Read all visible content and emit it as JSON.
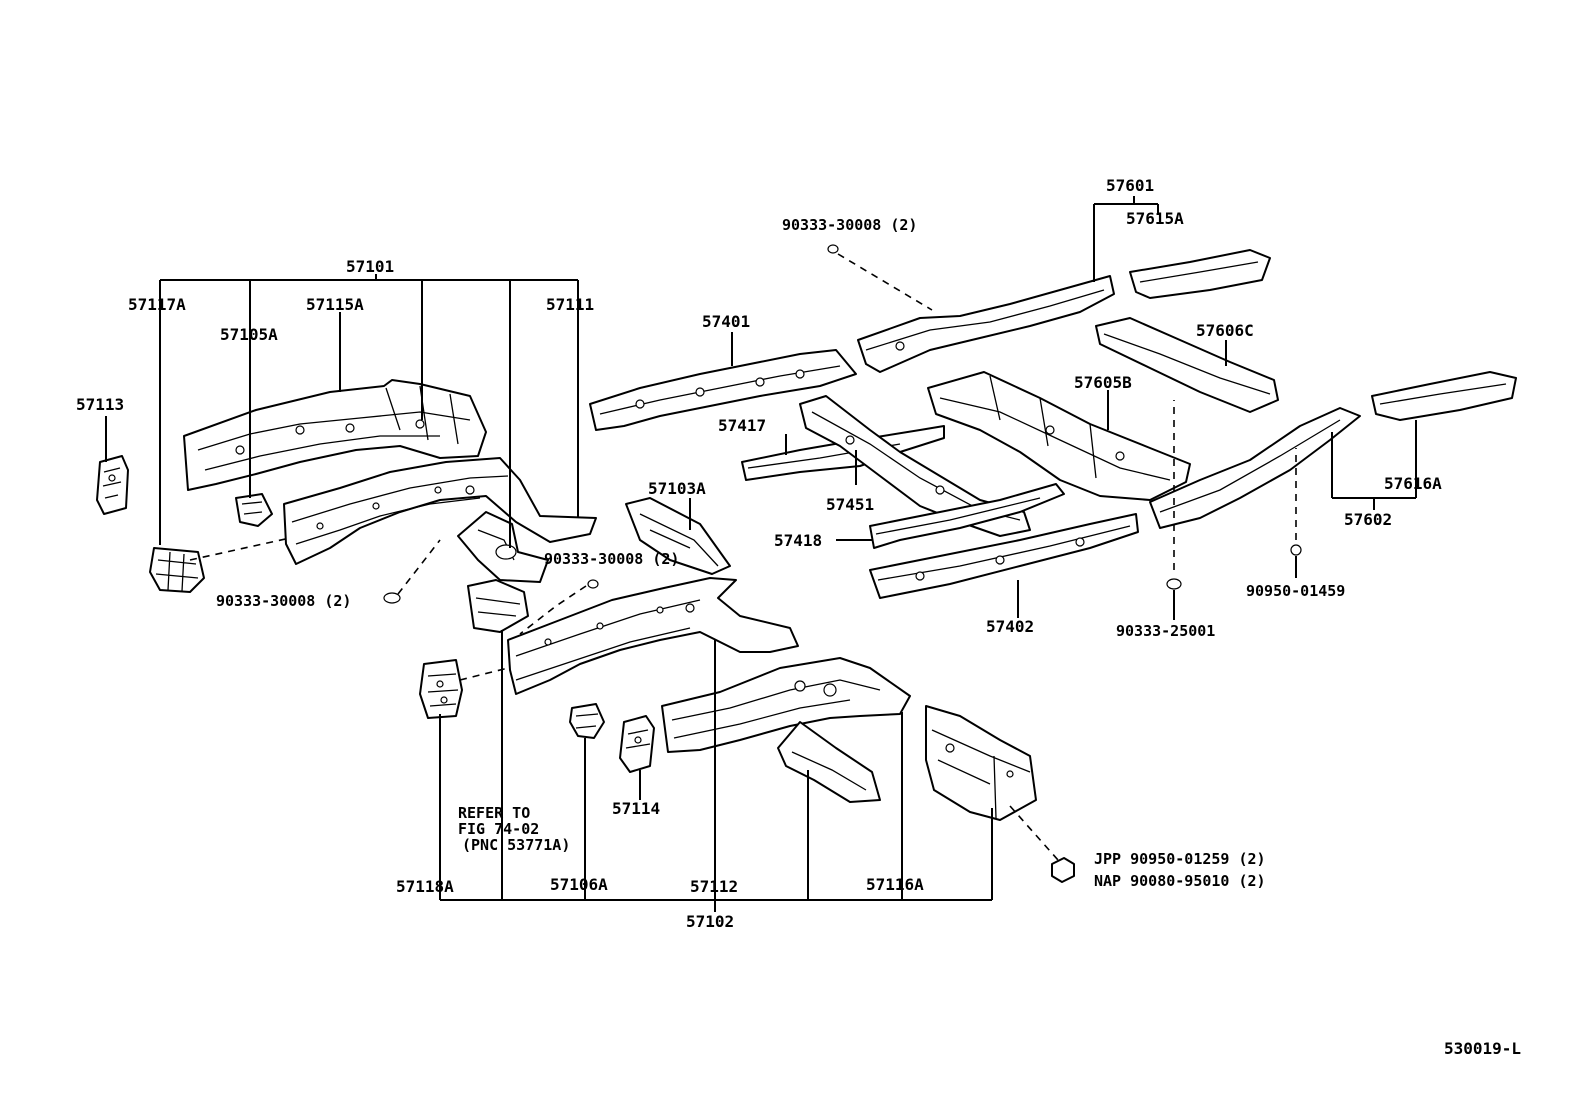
{
  "figure_code": "530019-L",
  "parts": {
    "p57101": "57101",
    "p57117A": "57117A",
    "p57115A": "57115A",
    "p57111": "57111",
    "p57105A": "57105A",
    "p57113": "57113",
    "p57401": "57401",
    "p57417": "57417",
    "p57451": "57451",
    "p57418": "57418",
    "p57402": "57402",
    "p57601": "57601",
    "p57615A": "57615A",
    "p57606C": "57606C",
    "p57605B": "57605B",
    "p57616A": "57616A",
    "p57602": "57602",
    "p57103A": "57103A",
    "p57114": "57114",
    "p57118A": "57118A",
    "p57106A": "57106A",
    "p57112": "57112",
    "p57116A": "57116A",
    "p57102": "57102"
  },
  "fasteners": {
    "plug_top": "90333-30008 (2)",
    "plug_left": "90333-30008 (2)",
    "plug_mid": "90333-30008 (2)",
    "plug_rear": "90333-25001",
    "clip_rear": "90950-01459",
    "jpp": "JPP 90950-01259 (2)",
    "nap": "NAP 90080-95010 (2)"
  },
  "refer": {
    "line1": "REFER TO",
    "line2": "FIG 74-02",
    "line3": "(PNC 53771A)"
  }
}
